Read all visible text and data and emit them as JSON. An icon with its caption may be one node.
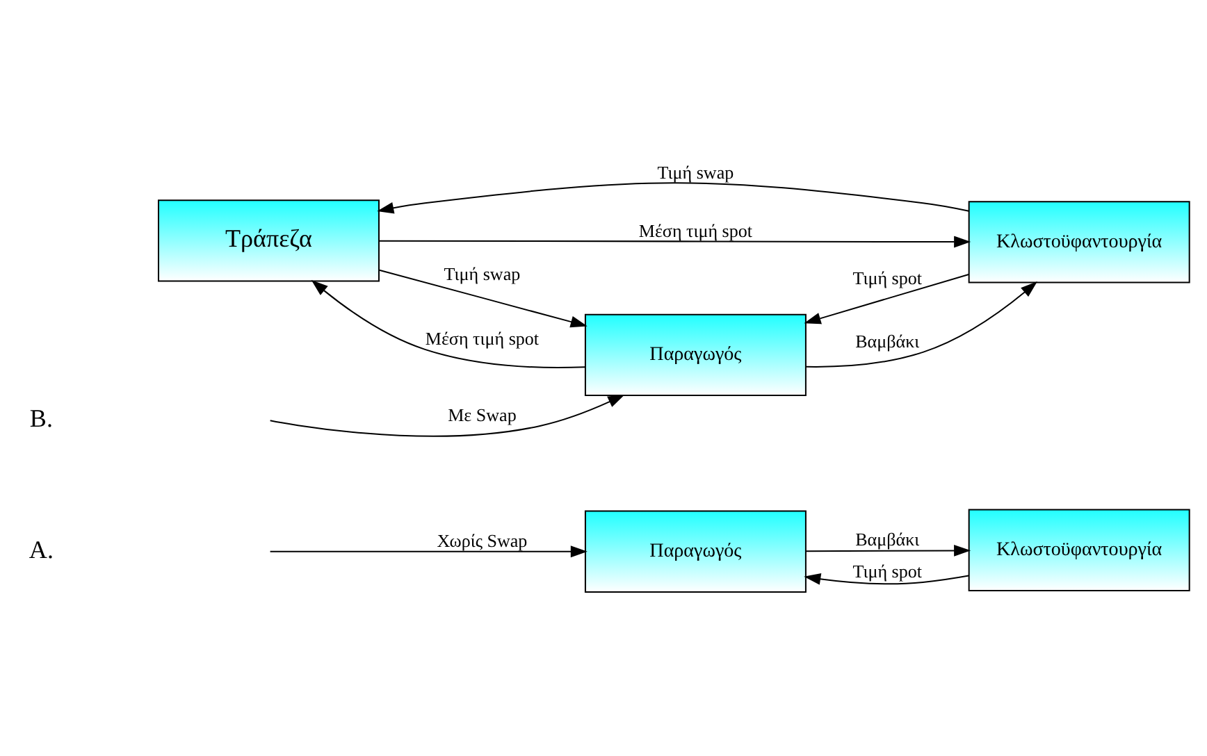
{
  "diagram": {
    "nodes": [
      {
        "text": [
          "Παραγωγός"
        ]
      },
      {
        "text": [
          "Κλωστοϋφαντουργία"
        ]
      },
      {
        "text": [
          "Τράπεζα"
        ]
      },
      {
        "text": [
          "Παραγωγός"
        ]
      },
      {
        "text": [
          "Κλωστοϋφαντουργία"
        ]
      }
    ],
    "edges": [
      {
        "from": null,
        "to": 0,
        "arrow": "to",
        "label": "Χωρίς Swap"
      },
      {
        "from": 0,
        "to": 1,
        "arrow": "to",
        "label": "Βαμβάκι"
      },
      {
        "from": 1,
        "to": 0,
        "arrow": "to",
        "label": "Τιμή spot"
      },
      {
        "from": 3,
        "to": 2,
        "arrow": "to",
        "label": "Μέση τιμή spot"
      },
      {
        "from": 2,
        "to": 3,
        "arrow": "to",
        "label": "Τιμή swap"
      },
      {
        "from": 2,
        "to": 4,
        "arrow": "to",
        "label": "Μέση τιμή spot"
      },
      {
        "from": 4,
        "to": 2,
        "arrow": "to",
        "label": "Τιμή swap"
      },
      {
        "from": null,
        "to": 3,
        "arrow": "to",
        "label": "Με Swap"
      },
      {
        "from": 3,
        "to": 4,
        "arrow": "to",
        "label": "Βαμβάκι"
      },
      {
        "from": 4,
        "to": 3,
        "arrow": "to",
        "label": "Τιμή spot"
      }
    ],
    "labels": [
      "A.",
      "B."
    ]
  }
}
